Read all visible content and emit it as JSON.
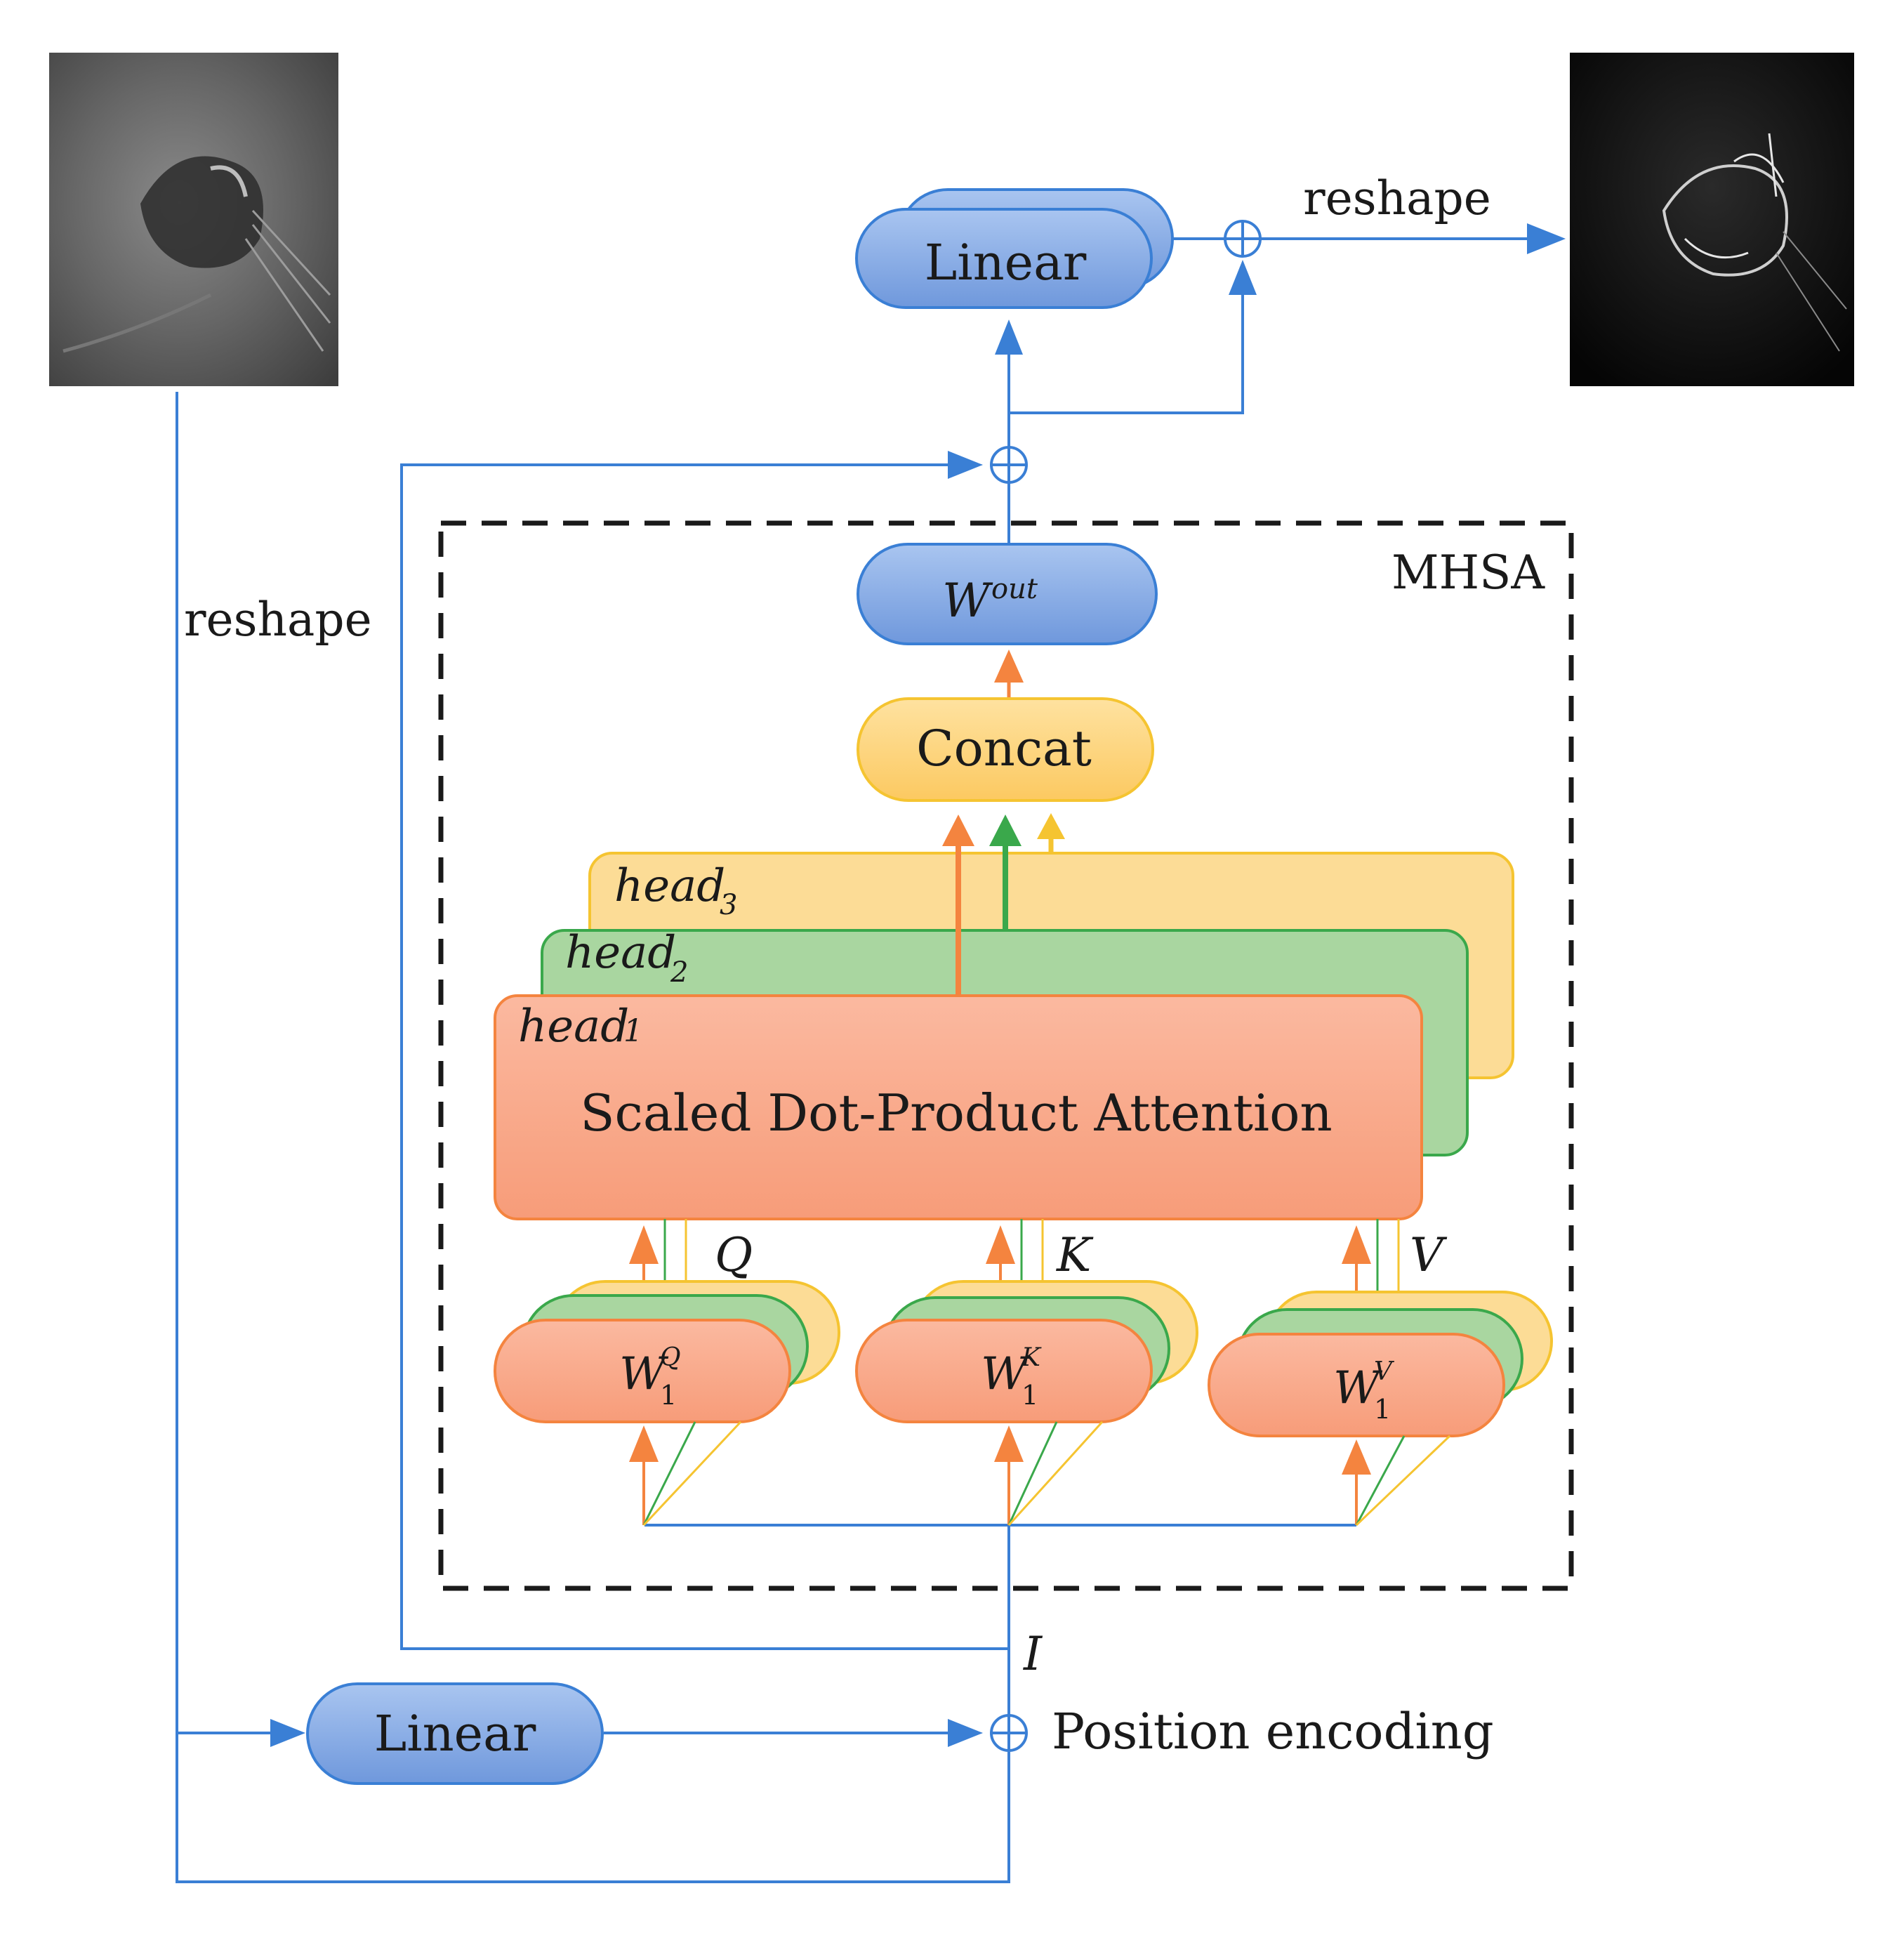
{
  "labels": {
    "reshape_top": "reshape",
    "reshape_left": "reshape",
    "linear_top": "Linear",
    "linear_bottom": "Linear",
    "mhsa": "MHSA",
    "w_out_main": "W",
    "w_out_sup": "out",
    "concat": "Concat",
    "head3_main": "head",
    "head3_sub": "3",
    "head2_main": "head",
    "head2_sub": "2",
    "head1_main": "head",
    "head1_sub": "1",
    "sdpa": "Scaled Dot-Product Attention",
    "q": "Q",
    "k": "K",
    "v": "V",
    "wq_main": "W",
    "wq_sub": "1",
    "wq_sup": "Q",
    "wk_main": "W",
    "wk_sub": "1",
    "wk_sup": "K",
    "wv_main": "W",
    "wv_sub": "1",
    "wv_sup": "V",
    "i": "I",
    "position_encoding": "Position encoding"
  },
  "colors": {
    "flow_blue": "#3a7fd5",
    "blue_box": "#7ea6e3",
    "orange": "#f4843f",
    "orange_box": "#f7aa8c",
    "green": "#3aa84b",
    "green_box": "#a9d6a0",
    "yellow": "#f5c431",
    "yellow_box": "#fcdc96",
    "concat_box": "#fdd581"
  }
}
